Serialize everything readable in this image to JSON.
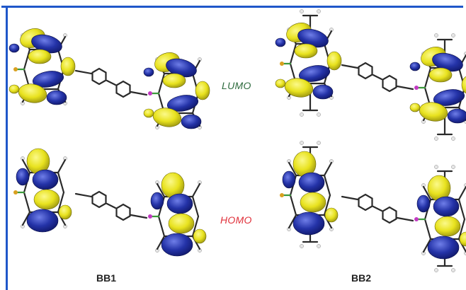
{
  "figure": {
    "frame_color": "#1f57c9",
    "lobe_colors": {
      "positive": "#e8e21e",
      "negative": "#2433a8"
    },
    "rows": [
      {
        "label": "LUMO",
        "color": "#2e6b3e"
      },
      {
        "label": "HOMO",
        "color": "#e0303a"
      }
    ],
    "compounds": [
      {
        "label": "BB1"
      },
      {
        "label": "BB2"
      }
    ]
  }
}
